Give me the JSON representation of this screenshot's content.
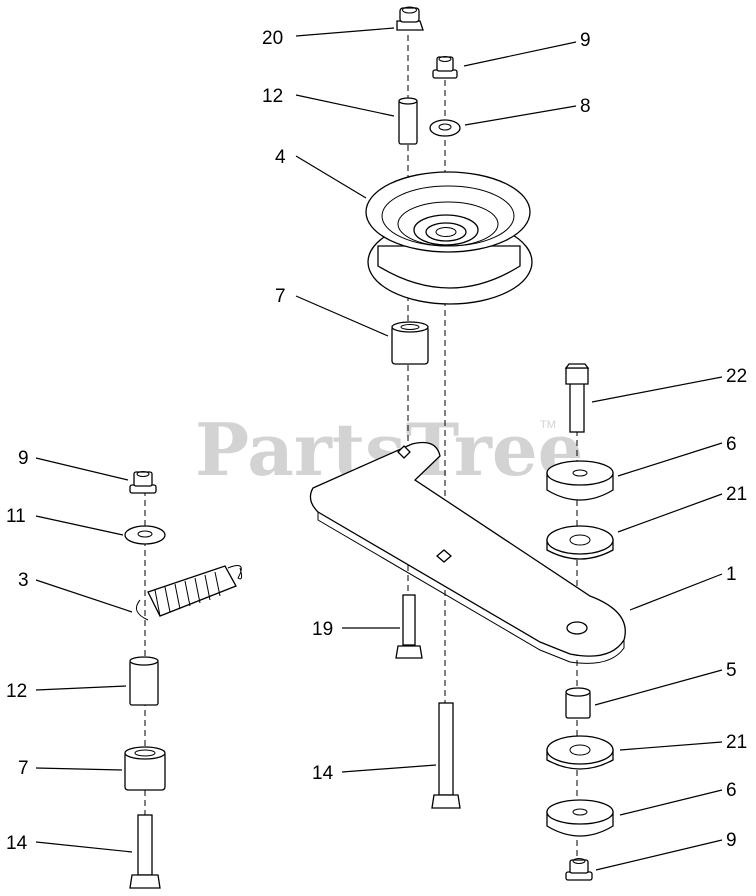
{
  "watermark": {
    "text": "PartsTree",
    "tm": "TM"
  },
  "callouts": {
    "c20": "20",
    "c9a": "9",
    "c12a": "12",
    "c8": "8",
    "c4": "4",
    "c7a": "7",
    "c22": "22",
    "c6a": "6",
    "c21a": "21",
    "c1": "1",
    "c9b": "9",
    "c11": "11",
    "c3": "3",
    "c19": "19",
    "c12b": "12",
    "c5": "5",
    "c21b": "21",
    "c7b": "7",
    "c14a": "14",
    "c6b": "6",
    "c14b": "14",
    "c9c": "9"
  }
}
